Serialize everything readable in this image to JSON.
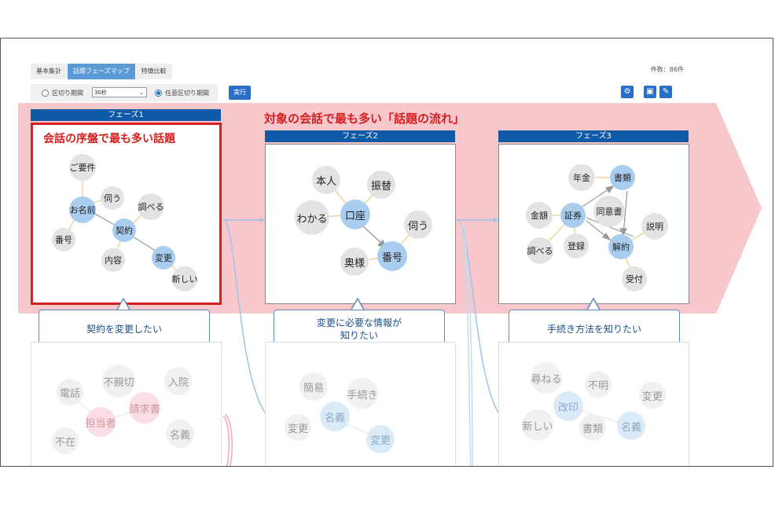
{
  "tabs": [
    "基本集計",
    "話題フェーズマップ",
    "特徴比較"
  ],
  "count_label": "件数：86件",
  "controls": {
    "radio1_label": "区切り期間",
    "select_value": "30秒",
    "radio2_label": "任意区切り期間",
    "run_label": "実行"
  },
  "icons": [
    "gear-icon",
    "save-icon",
    "wrench-icon"
  ],
  "colors": {
    "accent": "#2a6fc7",
    "phase_header": "#1059a6",
    "highlight": "#d61f1f",
    "band": "#f8c7cc",
    "node_blue": "#a9cdef",
    "node_gray": "#e3e3e3"
  },
  "main_title": "対象の会話で最も多い「話題の流れ」",
  "phases": [
    {
      "header": "フェーズ1",
      "title": "会話の序盤で最も多い話題",
      "nodes": [
        "ご要件",
        "伺う",
        "お名前",
        "調べる",
        "契約",
        "番号",
        "内容",
        "変更",
        "新しい"
      ],
      "callout": "契約を変更したい"
    },
    {
      "header": "フェーズ2",
      "nodes": [
        "本人",
        "振替",
        "わかる",
        "口座",
        "伺う",
        "奥様",
        "番号"
      ],
      "callout_line1": "変更に必要な情報が",
      "callout_line2": "知りたい"
    },
    {
      "header": "フェーズ3",
      "nodes": [
        "年金",
        "書類",
        "金額",
        "証券",
        "同意書",
        "説明",
        "調べる",
        "登録",
        "解約",
        "受付"
      ],
      "callout": "手続き方法を知りたい"
    }
  ],
  "faded_panels": [
    {
      "nodes": [
        "電話",
        "不親切",
        "入院",
        "担当者",
        "請求書",
        "不在",
        "名義"
      ]
    },
    {
      "nodes": [
        "簡易",
        "手続き",
        "名義",
        "変更",
        "変更"
      ]
    },
    {
      "nodes": [
        "尋ねる",
        "不明",
        "変更",
        "改印",
        "新しい",
        "書類",
        "名義"
      ]
    }
  ]
}
